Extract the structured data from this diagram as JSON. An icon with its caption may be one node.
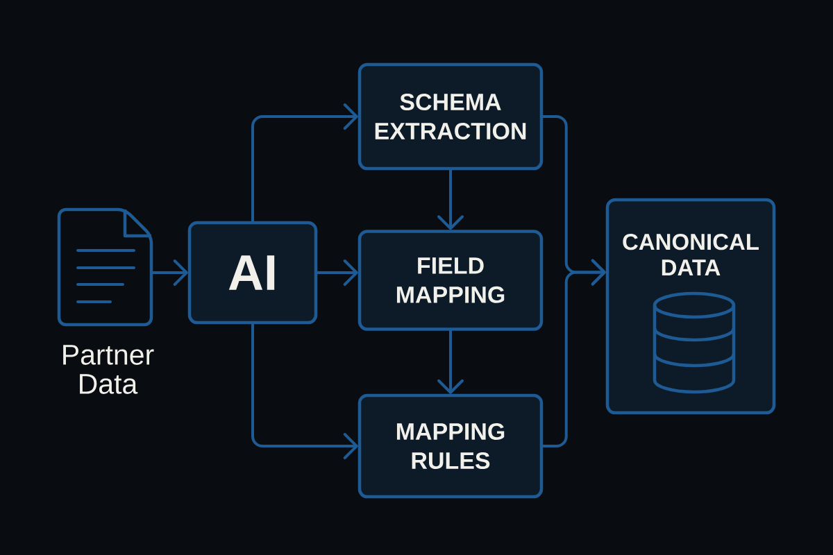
{
  "diagram": {
    "nodes": [
      {
        "text": [],
        "shape": "document",
        "beside": [
          "Partner Data"
        ]
      },
      {
        "text": [
          "AI"
        ]
      },
      {
        "text": [
          "SCHEMA EXTRACTION"
        ]
      },
      {
        "text": [
          "FIELD MAPPING"
        ]
      },
      {
        "text": [
          "MAPPING RULES"
        ]
      },
      {
        "text": [
          "CANONICAL DATA"
        ]
      }
    ],
    "edges": [
      {
        "from": 0,
        "to": 1,
        "arrow": "to"
      },
      {
        "from": 1,
        "to": 2,
        "arrow": "to"
      },
      {
        "from": 1,
        "to": 3,
        "arrow": "to"
      },
      {
        "from": 1,
        "to": 4,
        "arrow": "to"
      },
      {
        "from": 2,
        "to": 3,
        "arrow": "to"
      },
      {
        "from": 3,
        "to": 4,
        "arrow": "to"
      },
      {
        "from": 2,
        "to": 5,
        "arrow": "to"
      },
      {
        "from": 4,
        "to": 5,
        "arrow": "to"
      }
    ]
  }
}
